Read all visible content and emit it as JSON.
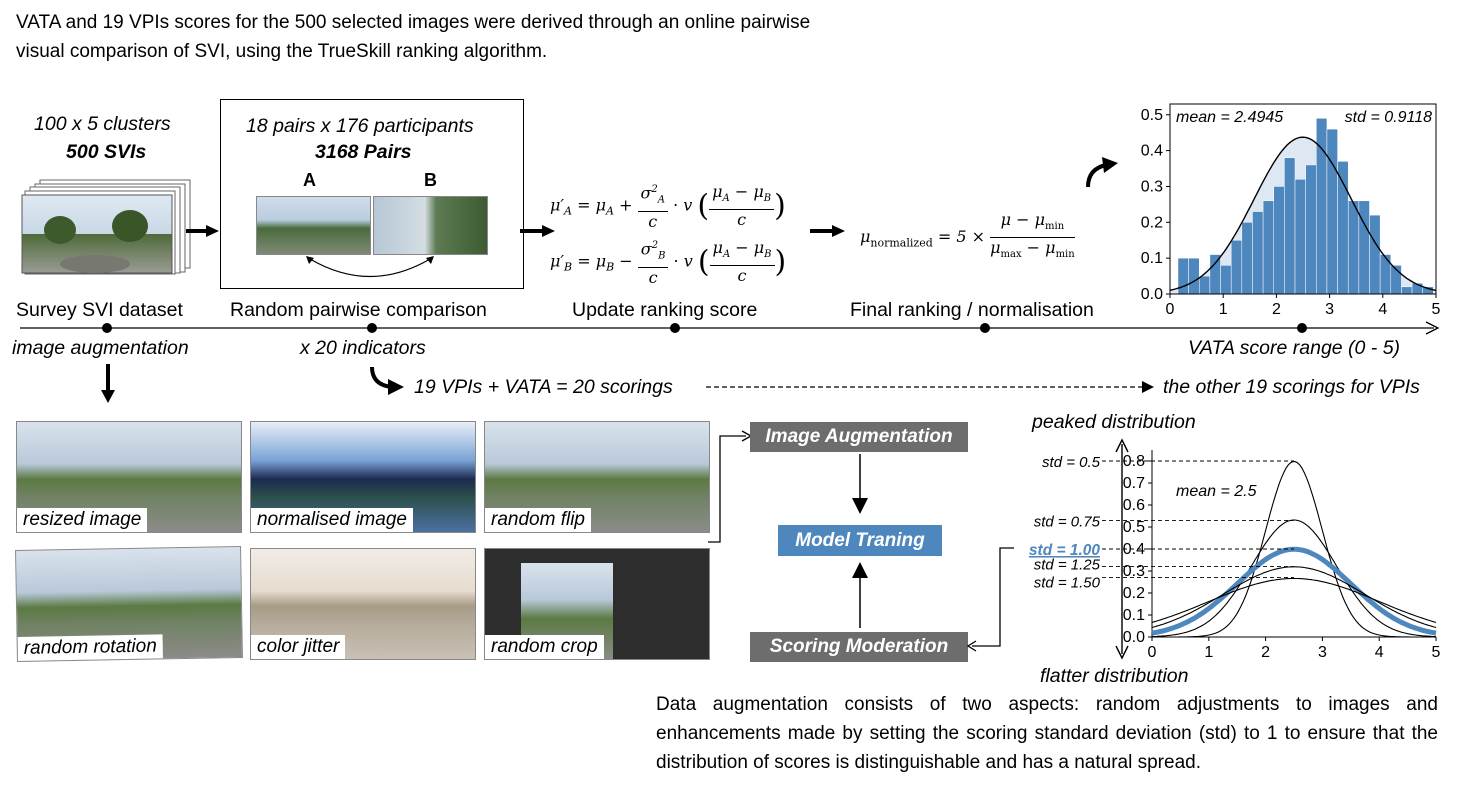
{
  "intro_text": "VATA and 19 VPIs scores for the 500 selected images were derived through an online pairwise visual comparison of SVI, using the TrueSkill ranking algorithm.",
  "dataset": {
    "clusters": "100 x 5 clusters",
    "svis": "500 SVIs"
  },
  "pairs": {
    "line1": "18 pairs x 176 participants",
    "line2": "3168 Pairs",
    "label_a": "A",
    "label_b": "B"
  },
  "steps": {
    "survey": "Survey SVI dataset",
    "random": "Random pairwise comparison",
    "update": "Update ranking score",
    "final": "Final ranking / normalisation"
  },
  "image_augmentation_label": "image augmentation",
  "indicators_label": "x 20 indicators",
  "vata_range_label": "VATA score range (0 - 5)",
  "scorings_label": "19 VPIs + VATA = 20 scorings",
  "other_scorings_label": "the other 19 scorings for VPIs",
  "formulas": {
    "mu_a_prime": "μ′A = μA + (σ²A / c) · v((μA − μB) / c)",
    "mu_b_prime": "μ′B = μB − (σ²B / c) · v((μA − μB) / c)",
    "normalized": "μnormalized = 5 × (μ − μmin) / (μmax − μmin)"
  },
  "tiles": [
    {
      "label": "resized image"
    },
    {
      "label": "normalised image"
    },
    {
      "label": "random flip"
    },
    {
      "label": "random rotation"
    },
    {
      "label": "color jitter"
    },
    {
      "label": "random crop"
    }
  ],
  "flow": {
    "image_augmentation": "Image Augmentation",
    "model_training": "Model Traning",
    "scoring_moderation": "Scoring Moderation"
  },
  "colors": {
    "bar_blue": "#4e87bd",
    "gray_box": "#6d6d6d",
    "fill_light": "#dde8f3"
  },
  "chart_data": [
    {
      "type": "bar",
      "title": "",
      "xlabel": "",
      "ylabel": "",
      "xlim": [
        0,
        5
      ],
      "ylim": [
        0,
        0.53
      ],
      "xticks": [
        "0",
        "1",
        "2",
        "3",
        "4",
        "5"
      ],
      "yticks": [
        "0.0",
        "0.1",
        "0.2",
        "0.3",
        "0.4",
        "0.5"
      ],
      "annotations": [
        "mean = 2.4945",
        "std = 0.9118"
      ],
      "bin_width": 0.2,
      "bin_left_edges": [
        0.15,
        0.35,
        0.55,
        0.75,
        0.95,
        1.15,
        1.35,
        1.55,
        1.75,
        1.95,
        2.15,
        2.35,
        2.55,
        2.75,
        2.95,
        3.15,
        3.35,
        3.55,
        3.75,
        3.95,
        4.15,
        4.35,
        4.55,
        4.75
      ],
      "values": [
        0.1,
        0.1,
        0.05,
        0.11,
        0.08,
        0.15,
        0.2,
        0.23,
        0.26,
        0.3,
        0.38,
        0.32,
        0.36,
        0.49,
        0.46,
        0.37,
        0.26,
        0.26,
        0.22,
        0.11,
        0.08,
        0.02,
        0.03,
        0.02
      ],
      "fit_curve": {
        "mean": 2.4945,
        "std": 0.9118
      }
    },
    {
      "type": "line",
      "title": "",
      "xlabel": "",
      "ylabel": "",
      "xlim": [
        0,
        5
      ],
      "ylim": [
        0,
        0.85
      ],
      "xticks": [
        "0",
        "1",
        "2",
        "3",
        "4",
        "5"
      ],
      "yticks": [
        "0.0",
        "0.1",
        "0.2",
        "0.3",
        "0.4",
        "0.5",
        "0.6",
        "0.7",
        "0.8"
      ],
      "mean": 2.5,
      "mean_label": "mean = 2.5",
      "series": [
        {
          "name": "std = 0.5",
          "std": 0.5,
          "peak": 0.8,
          "highlight": false
        },
        {
          "name": "std = 0.75",
          "std": 0.75,
          "peak": 0.53,
          "highlight": false
        },
        {
          "name": "std = 1.00",
          "std": 1.0,
          "peak": 0.4,
          "highlight": true
        },
        {
          "name": "std = 1.25",
          "std": 1.25,
          "peak": 0.32,
          "highlight": false
        },
        {
          "name": "std = 1.50",
          "std": 1.5,
          "peak": 0.27,
          "highlight": false
        }
      ],
      "top_label": "peaked distribution",
      "bottom_label": "flatter distribution"
    }
  ],
  "caption": "Data augmentation consists of two aspects: random adjustments to images and enhancements made by setting the scoring standard deviation (std) to 1 to ensure that the distribution of scores is distinguishable and has a natural spread."
}
